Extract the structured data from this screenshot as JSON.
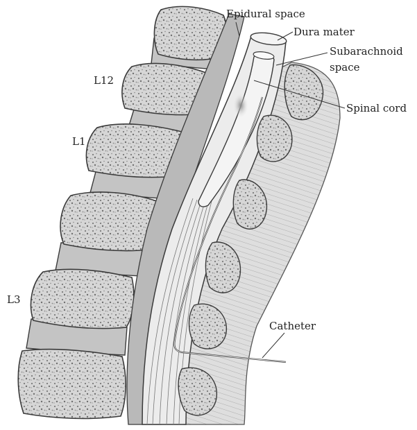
{
  "labels": {
    "epidural_space": "Epidural space",
    "dura_mater": "Dura mater",
    "subarachnoid_line1": "Subarachnoid",
    "subarachnoid_line2": "space",
    "spinal_cord": "Spinal cord",
    "l12": "L12",
    "l1": "L1",
    "l3": "L3",
    "catheter": "Catheter"
  },
  "colors": {
    "bone_fill": "#d6d6d6",
    "bone_dots": "#7a7a7a",
    "disc_fill": "#c4c4c4",
    "outline": "#3a3a3a",
    "canal_fill": "#e6e6e6",
    "cord_fill": "#f2f2f2",
    "muscle_fill": "#d9d9d9"
  }
}
